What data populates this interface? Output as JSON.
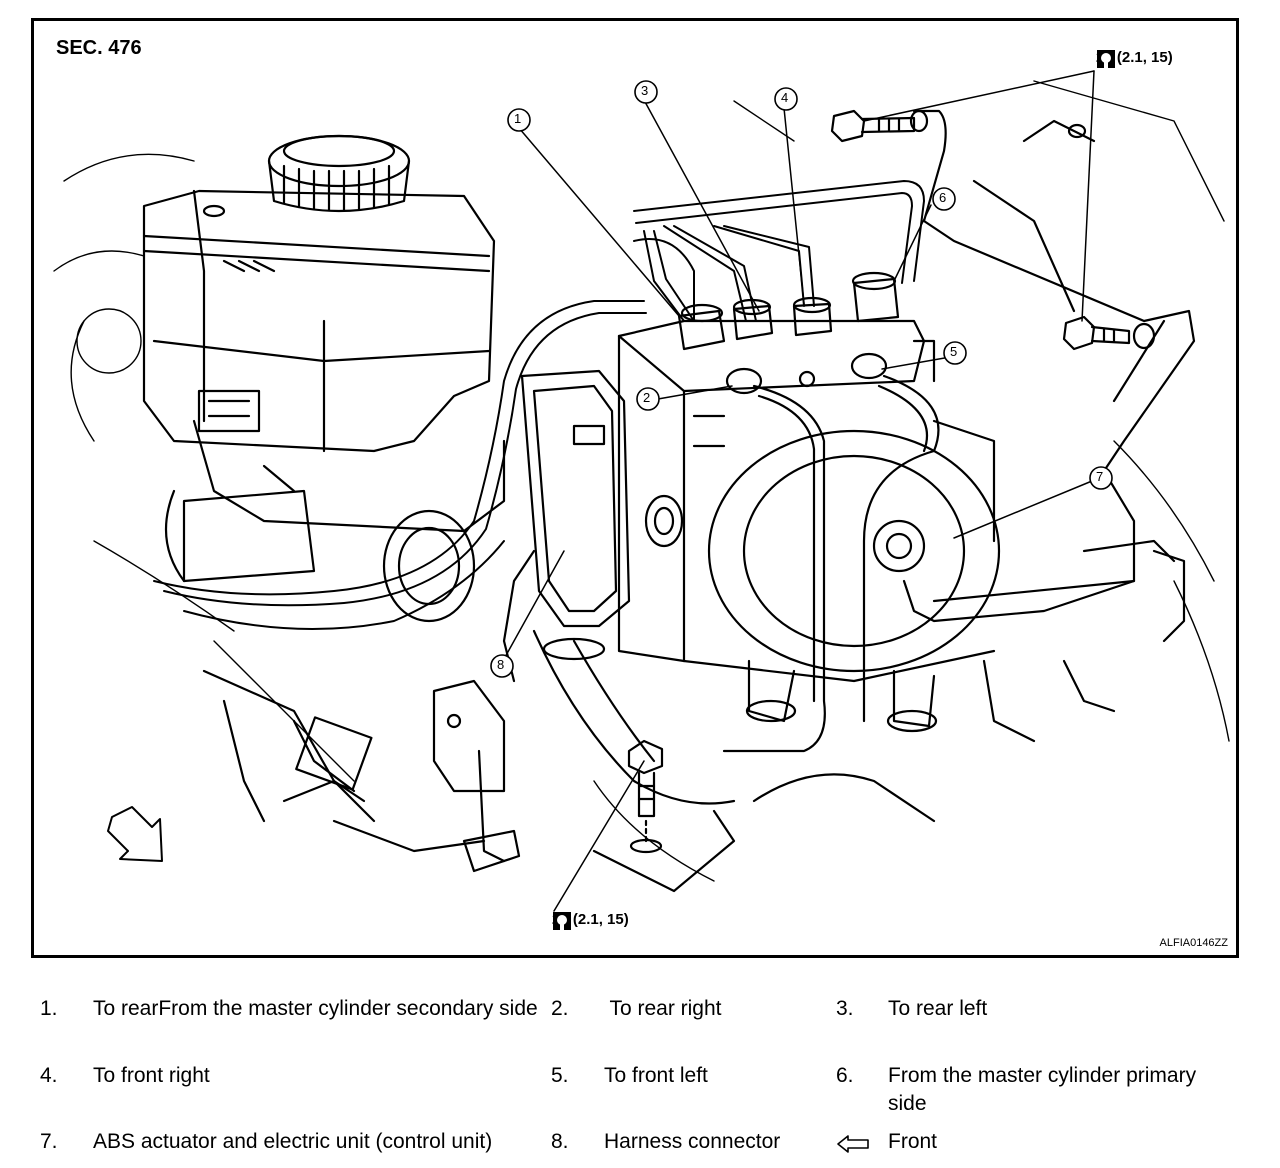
{
  "figure": {
    "section_label": "SEC. 476",
    "figure_id": "ALFIA0146ZZ",
    "torque_top": "21 (2.1, 15)",
    "torque_bottom": "21 (2.1, 15)",
    "callouts": [
      "1",
      "2",
      "3",
      "4",
      "5",
      "6",
      "7",
      "8"
    ]
  },
  "legend": [
    {
      "num": "1.",
      "text": "To rearFrom the master cylinder secondary side"
    },
    {
      "num": "2.",
      "text": " To rear right"
    },
    {
      "num": "3.",
      "text": "To rear left"
    },
    {
      "num": "4.",
      "text": "To front right"
    },
    {
      "num": "5.",
      "text": "To front left"
    },
    {
      "num": "6.",
      "text": "From the master cylinder primary side"
    },
    {
      "num": "7.",
      "text": "ABS actuator and electric unit (control unit)"
    },
    {
      "num": "8.",
      "text": "Harness connector"
    },
    {
      "num": "front-arrow-icon",
      "text": "Front"
    }
  ]
}
